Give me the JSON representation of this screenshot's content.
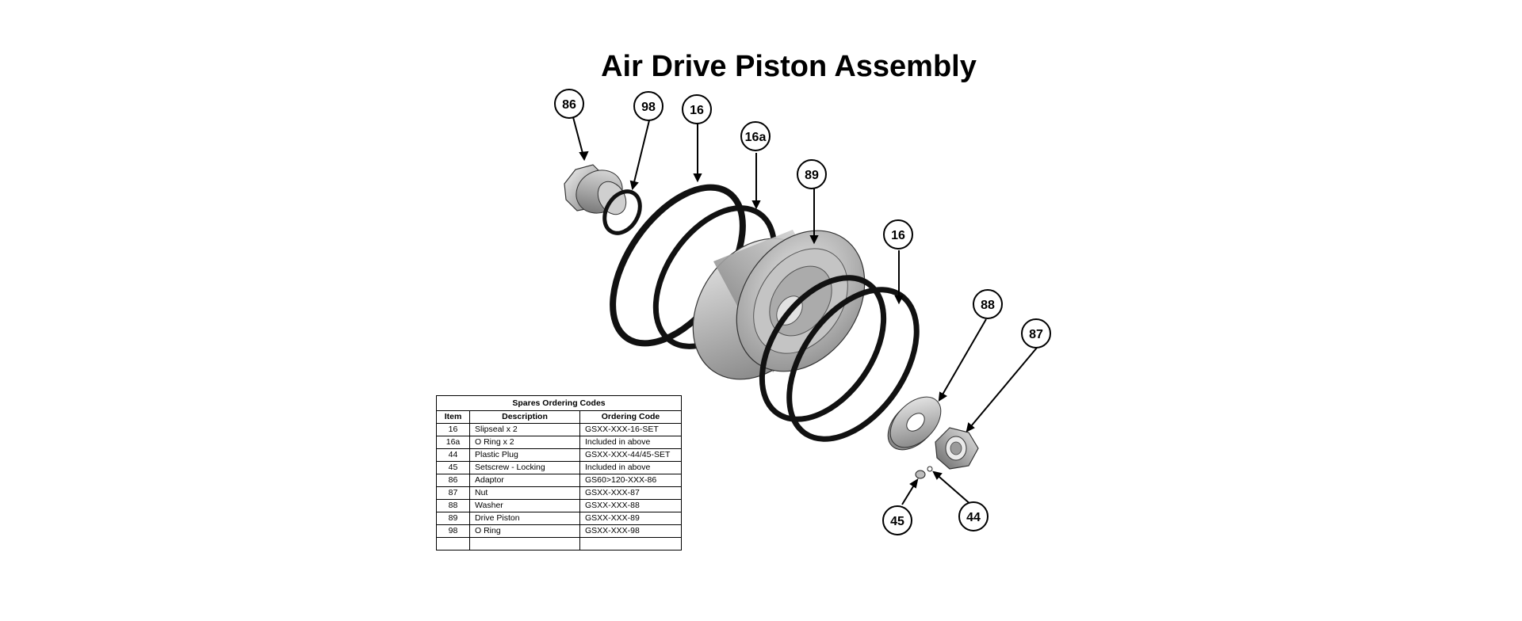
{
  "title": "Air Drive Piston Assembly",
  "callouts": [
    "86",
    "98",
    "16",
    "16a",
    "89",
    "16",
    "88",
    "87",
    "45",
    "44"
  ],
  "table": {
    "title": "Spares Ordering Codes",
    "headers": [
      "Item",
      "Description",
      "Ordering Code"
    ],
    "rows": [
      [
        "16",
        "Slipseal x 2",
        "GSXX-XXX-16-SET"
      ],
      [
        "16a",
        "O Ring x 2",
        "Included in above"
      ],
      [
        "44",
        "Plastic Plug",
        "GSXX-XXX-44/45-SET"
      ],
      [
        "45",
        "Setscrew - Locking",
        "Included in above"
      ],
      [
        "86",
        "Adaptor",
        "GS60>120-XXX-86"
      ],
      [
        "87",
        "Nut",
        "GSXX-XXX-87"
      ],
      [
        "88",
        "Washer",
        "GSXX-XXX-88"
      ],
      [
        "89",
        "Drive Piston",
        "GSXX-XXX-89"
      ],
      [
        "98",
        "O Ring",
        "GSXX-XXX-98"
      ],
      [
        "",
        "",
        ""
      ]
    ]
  },
  "colors": {
    "ink": "#000000",
    "metal_light": "#d9d9d9",
    "metal_mid": "#a6a6a6",
    "metal_dark": "#6e6e6e"
  }
}
